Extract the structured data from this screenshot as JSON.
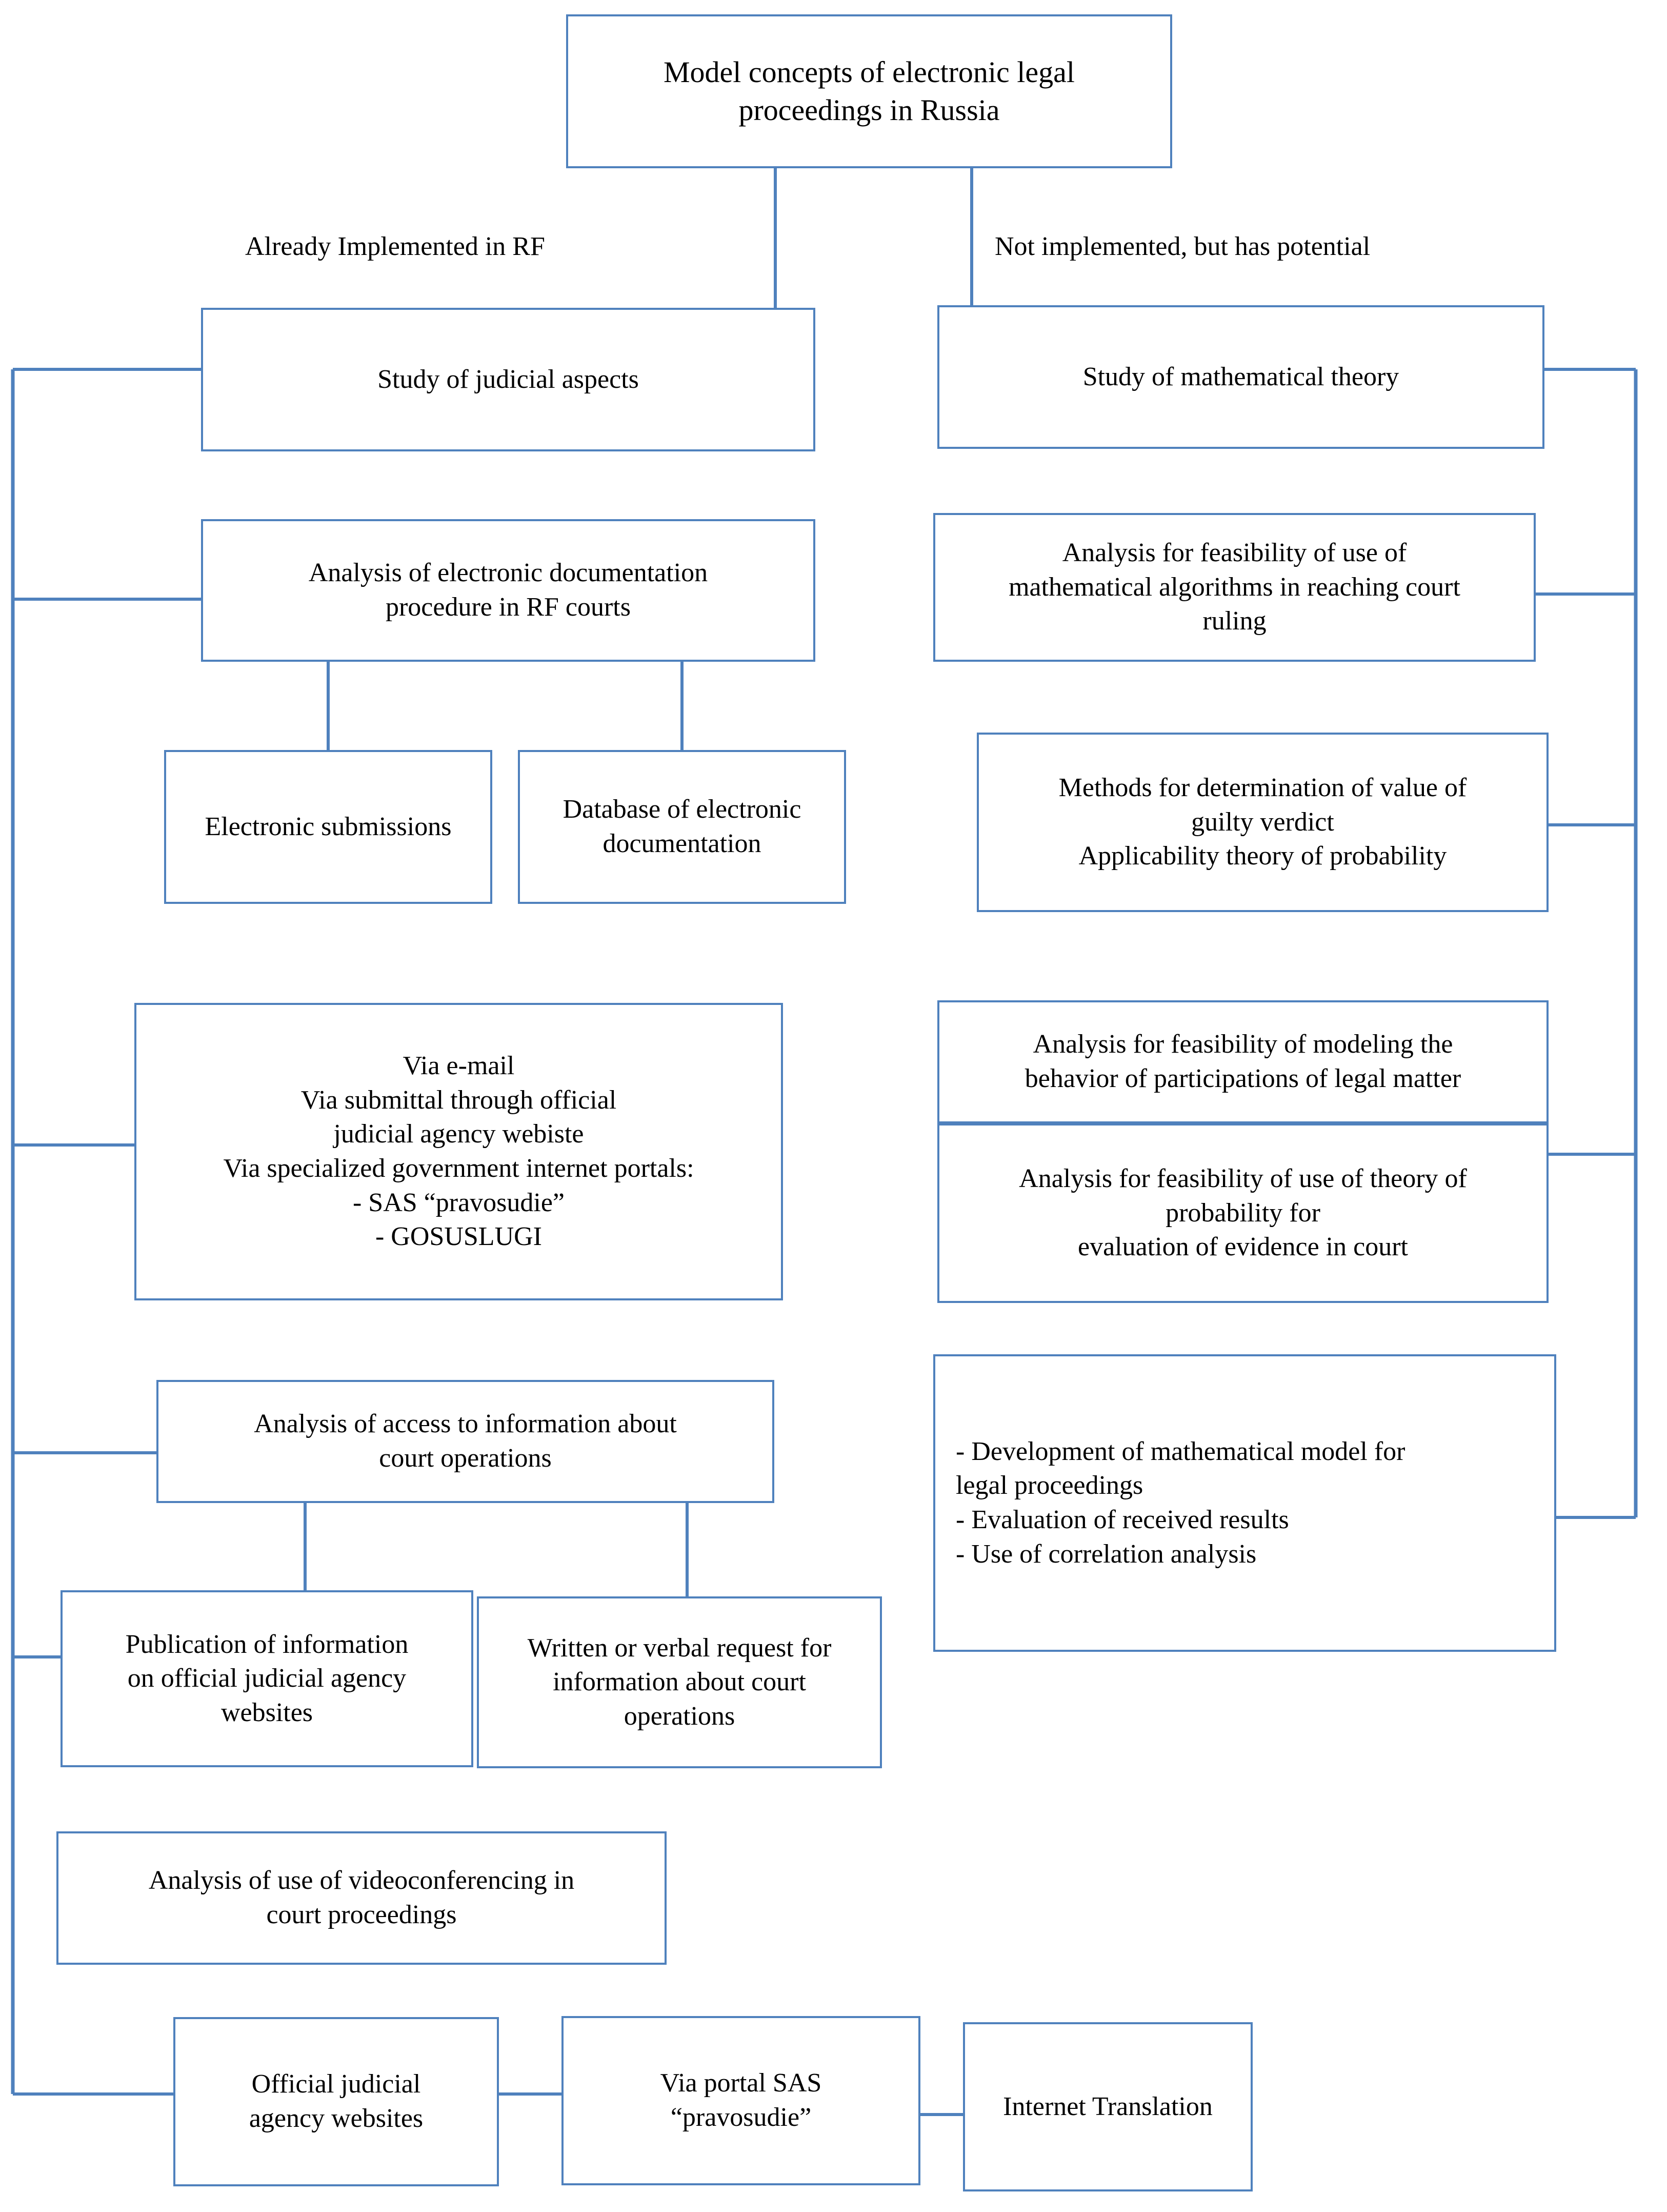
{
  "diagram": {
    "title_node": {
      "text": "Model concepts of electronic legal\nproceedings in Russia"
    },
    "branch_labels": {
      "left": "Already Implemented in RF",
      "right": "Not implemented, but has potential"
    },
    "left_branch": {
      "nodes": [
        {
          "id": "study-judicial-aspects",
          "text": "Study of judicial aspects"
        },
        {
          "id": "analysis-electronic-documentation",
          "text": "Analysis of electronic documentation\nprocedure in RF courts"
        },
        {
          "id": "electronic-submissions",
          "text": "Electronic submissions"
        },
        {
          "id": "database-electronic-documentation",
          "text": "Database of electronic\ndocumentation"
        },
        {
          "id": "submission-channels",
          "text": "Via e-mail\n        Via submittal through official\njudicial agency webiste\nVia specialized government internet portals:\n- SAS “pravosudie”\n- GOSUSLUGI"
        },
        {
          "id": "analysis-access-information",
          "text": "Analysis of access to information about\ncourt operations"
        },
        {
          "id": "publication-of-information",
          "text": "Publication of information\non official judicial agency\nwebsites"
        },
        {
          "id": "written-verbal-request",
          "text": "Written or verbal request for\ninformation about court\noperations"
        },
        {
          "id": "analysis-videoconferencing",
          "text": "Analysis of use of videoconferencing in\ncourt proceedings"
        },
        {
          "id": "official-judicial-agency-websites",
          "text": "Official  judicial\nagency websites"
        },
        {
          "id": "via-portal-sas",
          "text": "Via portal SAS\n“pravosudie”"
        },
        {
          "id": "internet-translation",
          "text": "Internet Translation"
        }
      ]
    },
    "right_branch": {
      "nodes": [
        {
          "id": "study-mathematical-theory",
          "text": "Study of mathematical theory"
        },
        {
          "id": "analysis-math-algorithms",
          "text": "Analysis for feasibility of use of\nmathematical algorithms in reaching court\nruling"
        },
        {
          "id": "methods-guilty-verdict",
          "text": "Methods for determination of value of\nguilty verdict\nApplicability theory of probability"
        },
        {
          "id": "analysis-modeling-behavior",
          "text": "Analysis for feasibility of modeling the\nbehavior of participations of legal matter"
        },
        {
          "id": "analysis-theory-probability",
          "text": "Analysis for feasibility of use of theory of\nprobability for\nevaluation of evidence in court"
        },
        {
          "id": "development-math-model",
          "text": "- Development of mathematical model for\nlegal proceedings\n      - Evaluation of received results\n      - Use of correlation analysis"
        }
      ]
    },
    "colors": {
      "line": "#4F81BD",
      "border": "#4F81BD",
      "text": "#000000",
      "background": "#FFFFFF"
    }
  }
}
